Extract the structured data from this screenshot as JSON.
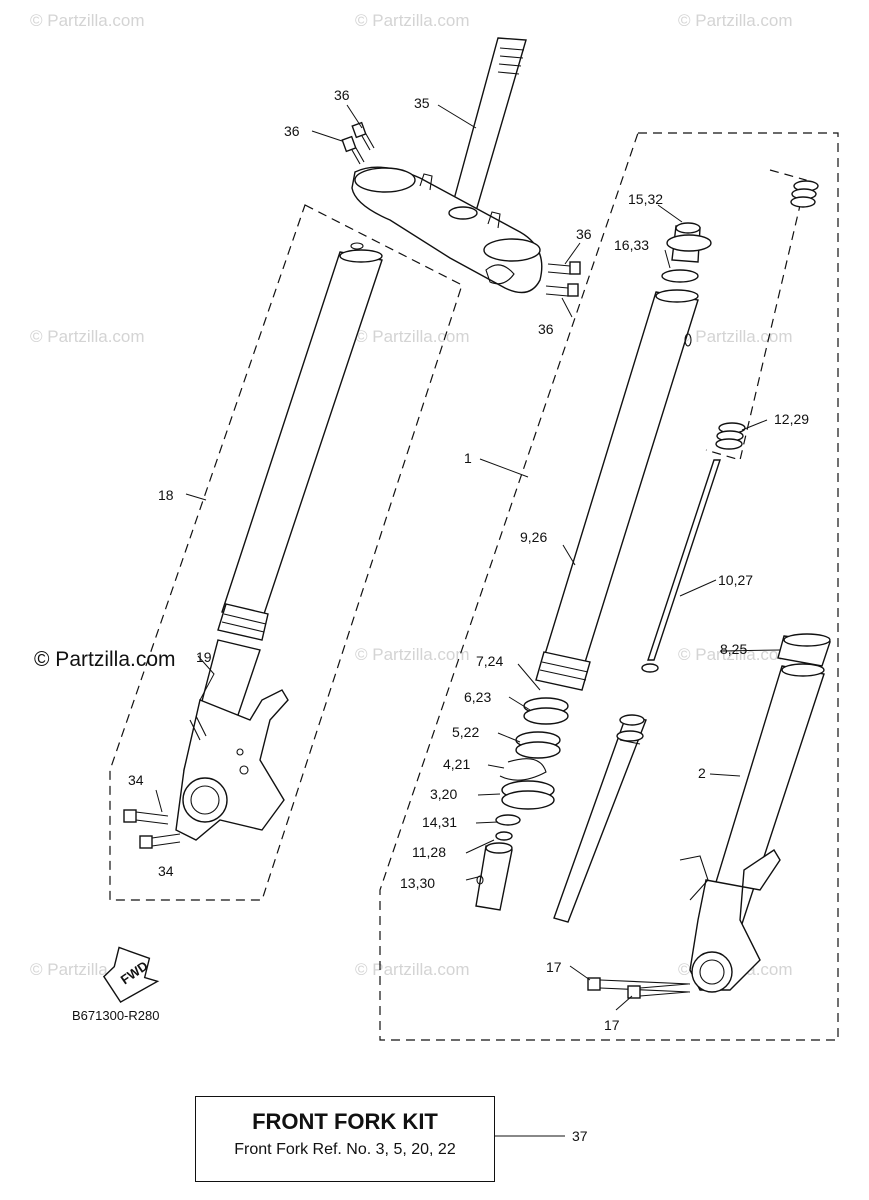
{
  "watermarks": {
    "light": "© Partzilla.com",
    "dark": "© Partzilla.com"
  },
  "diagram_code": "B671300-R280",
  "fwd_badge": "FWD",
  "labels": {
    "p1": "1",
    "p2": "2",
    "p3_20": "3,20",
    "p4_21": "4,21",
    "p5_22": "5,22",
    "p6_23": "6,23",
    "p7_24": "7,24",
    "p8_25": "8,25",
    "p9_26": "9,26",
    "p10_27": "10,27",
    "p11_28": "11,28",
    "p12_29": "12,29",
    "p13_30": "13,30",
    "p14_31": "14,31",
    "p15_32": "15,32",
    "p16_33": "16,33",
    "p17": "17",
    "p18": "18",
    "p19": "19",
    "p34": "34",
    "p35": "35",
    "p36": "36",
    "p37": "37"
  },
  "kit": {
    "title": "FRONT FORK KIT",
    "subtitle": "Front Fork Ref. No. 3, 5, 20, 22"
  }
}
